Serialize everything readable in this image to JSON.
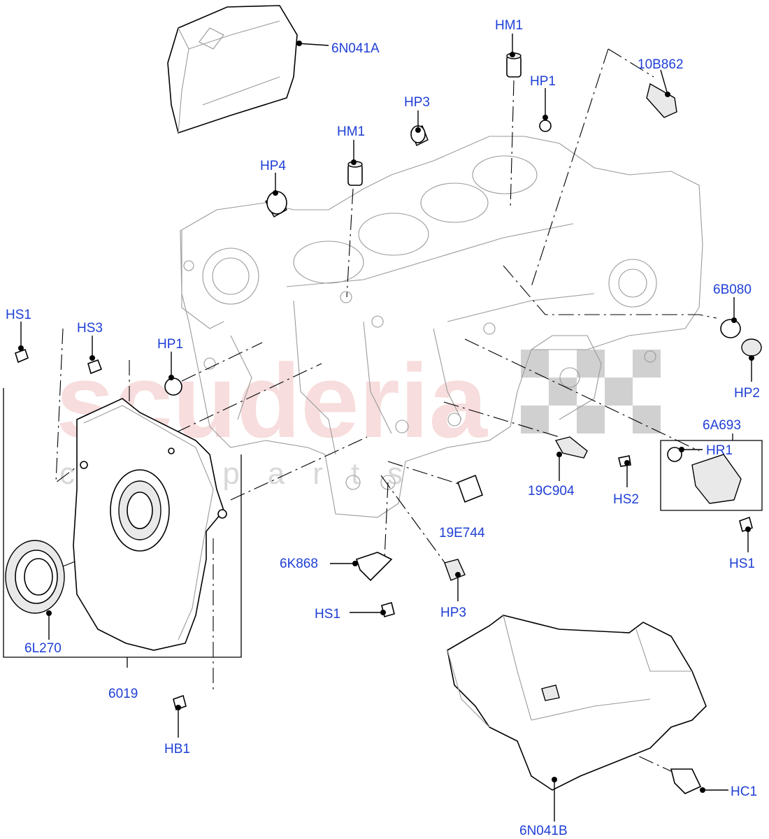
{
  "watermark": {
    "brand": "scuderia",
    "tagline": "car parts"
  },
  "labels": {
    "p_6n041a": "6N041A",
    "p_hm1_top": "HM1",
    "p_10b862": "10B862",
    "p_hp1_top": "HP1",
    "p_hp3_top": "HP3",
    "p_hm1_mid": "HM1",
    "p_hp4": "HP4",
    "p_hs1_left": "HS1",
    "p_hs3": "HS3",
    "p_hp1_left": "HP1",
    "p_6b080": "6B080",
    "p_hp2": "HP2",
    "p_6a693": "6A693",
    "p_hr1": "HR1",
    "p_19c904": "19C904",
    "p_hs2": "HS2",
    "p_19e744": "19E744",
    "p_hs1_right": "HS1",
    "p_6k868": "6K868",
    "p_hs1_bottom": "HS1",
    "p_hp3_bottom": "HP3",
    "p_6l270": "6L270",
    "p_6019": "6019",
    "p_hb1": "HB1",
    "p_hc1": "HC1",
    "p_6n041b": "6N041B"
  },
  "colors": {
    "label": "#1f3fd6",
    "line": "#000000",
    "block": "#9a9a9a",
    "watermark": "#f2c2c2"
  }
}
